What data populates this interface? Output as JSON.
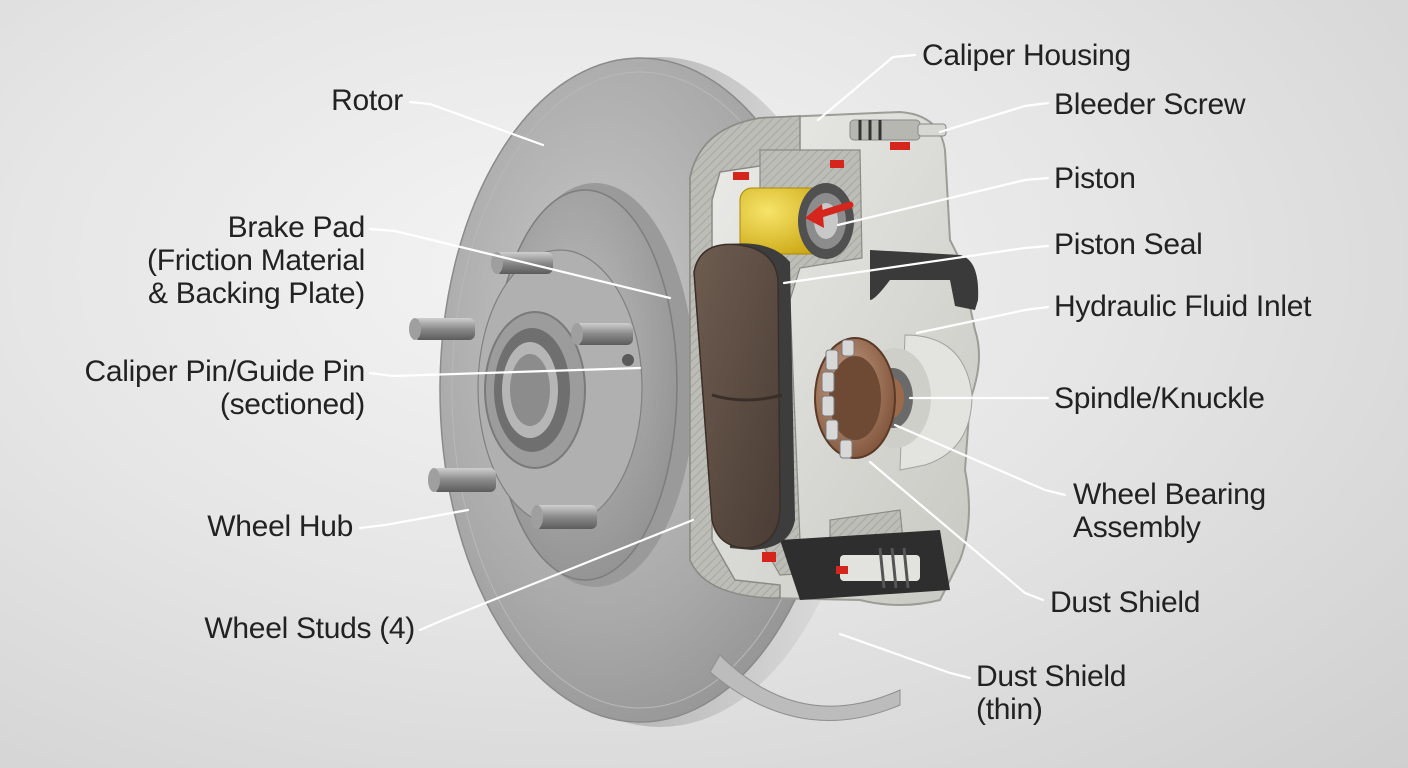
{
  "labels": {
    "rotor": "Rotor",
    "brake_pad": [
      "Brake Pad",
      "(Friction Material",
      "& Backing Plate)"
    ],
    "caliper_pin": [
      "Caliper Pin/Guide Pin",
      "(sectioned)"
    ],
    "wheel_hub": "Wheel Hub",
    "wheel_studs": "Wheel Studs (4)",
    "caliper_housing": "Caliper Housing",
    "bleeder_screw": "Bleeder Screw",
    "piston": "Piston",
    "piston_seal": "Piston Seal",
    "hydraulic_fluid_inlet": "Hydraulic Fluid Inlet",
    "spindle_knuckle": "Spindle/Knuckle",
    "wheel_bearing": [
      "Wheel Bearing",
      "Assembly"
    ],
    "dust_shield": "Dust Shield",
    "dust_shield_thin": [
      "Dust Shield",
      "(thin)"
    ]
  },
  "colors": {
    "rotor_metal": "#a6a6a6",
    "caliper": "#dcdcd6",
    "pad_friction": "#5e4e44",
    "piston_yellow": "#e6c61a",
    "seal_red": "#d4261c",
    "bearing_copper": "#9c6a4a",
    "leader_line": "#ffffff"
  }
}
